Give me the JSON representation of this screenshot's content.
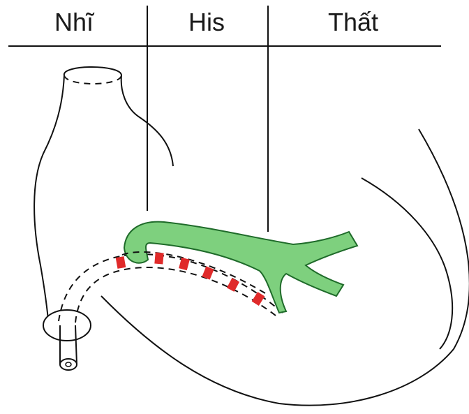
{
  "labels": {
    "atrium": "Nhĩ",
    "his": "His",
    "ventricle": "Thất"
  },
  "colors": {
    "his_bundle_fill": "#7ed07e",
    "his_bundle_stroke": "#1f6b2a",
    "pacing_lead_marks": "#e02a2a",
    "outline": "#111111"
  }
}
